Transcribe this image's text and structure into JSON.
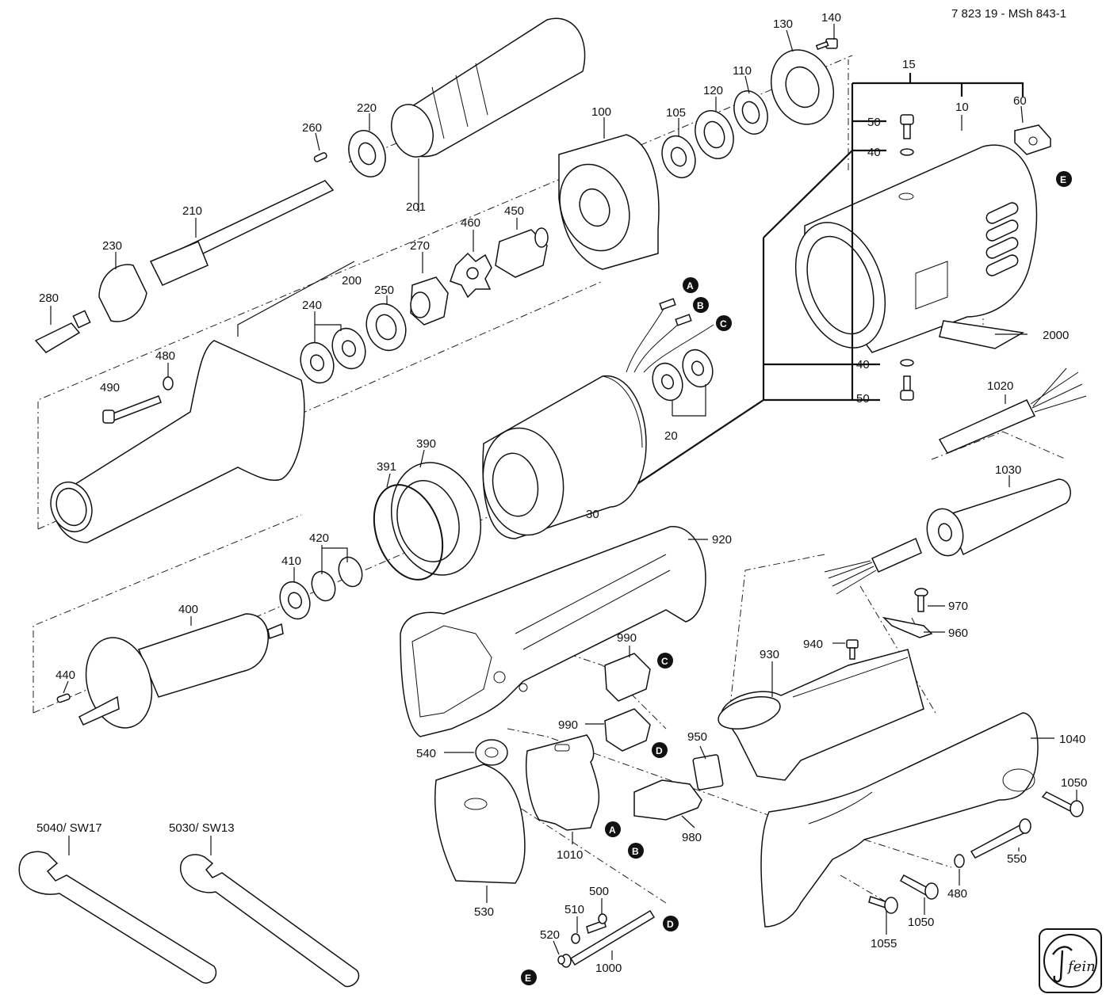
{
  "document_id": "7 823 19 - MSh 843-1",
  "brand": "fein",
  "part_labels": {
    "p15": "15",
    "p10": "10",
    "p60": "60",
    "p50a": "50",
    "p40a": "40",
    "p40b": "40",
    "p50b": "50",
    "p140": "140",
    "p130": "130",
    "p110": "110",
    "p120": "120",
    "p105": "105",
    "p100": "100",
    "p220": "220",
    "p260": "260",
    "p201": "201",
    "p210": "210",
    "p230": "230",
    "p280": "280",
    "p200": "200",
    "p450": "450",
    "p460": "460",
    "p270": "270",
    "p240": "240",
    "p250": "250",
    "p480a": "480",
    "p490": "490",
    "p2000": "2000",
    "p1020": "1020",
    "p20": "20",
    "p30": "30",
    "p390": "390",
    "p391": "391",
    "p1030": "1030",
    "p920": "920",
    "p420": "420",
    "p410": "410",
    "p400": "400",
    "p440": "440",
    "p970": "970",
    "p960": "960",
    "p940": "940",
    "p930": "930",
    "p990a": "990",
    "p990b": "990",
    "p950": "950",
    "p1040": "1040",
    "p540": "540",
    "p1050a": "1050",
    "p980": "980",
    "p1010": "1010",
    "p550": "550",
    "p480b": "480",
    "p1050b": "1050",
    "p1055": "1055",
    "p500": "500",
    "p510": "510",
    "p520": "520",
    "p1000": "1000",
    "p530": "530",
    "p5040": "5040/ SW17",
    "p5030": "5030/ SW13"
  },
  "connection_markers": {
    "a1": "A",
    "b1": "B",
    "c1": "C",
    "c2": "C",
    "d1": "D",
    "d2": "D",
    "a2": "A",
    "b2": "B",
    "e1": "E",
    "e2": "E"
  }
}
